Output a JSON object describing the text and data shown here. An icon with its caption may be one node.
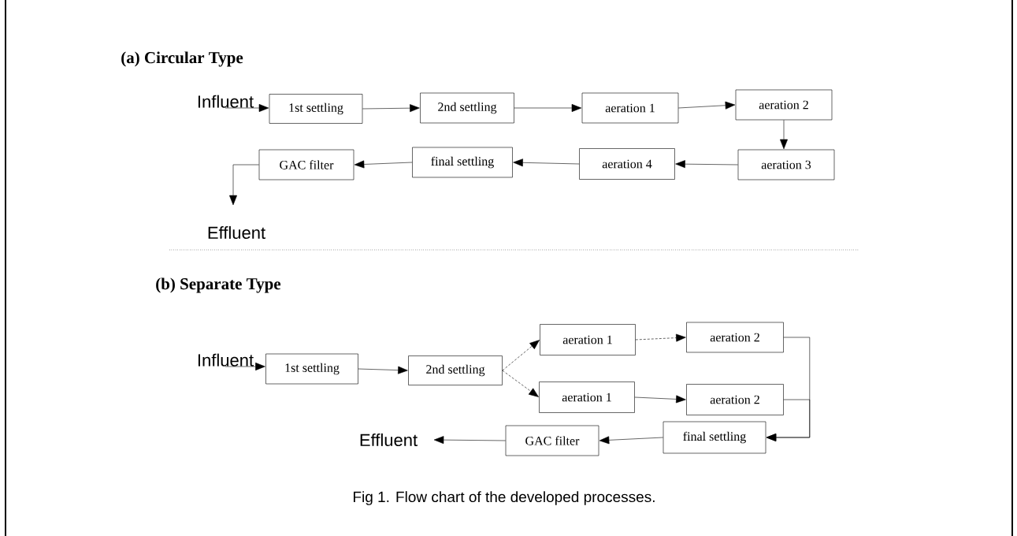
{
  "diagram": {
    "caption": "Fig 1. Flow chart of the developed processes.",
    "labels": [
      "(a) Circular Type",
      "(b) Separate Type"
    ],
    "nodes": [
      {
        "text": [
          "Influent"
        ]
      },
      {
        "text": [
          "1st settling"
        ]
      },
      {
        "text": [
          "2nd settling"
        ]
      },
      {
        "text": [
          "aeration 1"
        ]
      },
      {
        "text": [
          "aeration 2"
        ]
      },
      {
        "text": [
          "aeration 3"
        ]
      },
      {
        "text": [
          "aeration 4"
        ]
      },
      {
        "text": [
          "final settling"
        ]
      },
      {
        "text": [
          "GAC filter"
        ]
      },
      {
        "text": [
          "Effluent"
        ]
      },
      {
        "text": [
          "Influent"
        ]
      },
      {
        "text": [
          "1st settling"
        ]
      },
      {
        "text": [
          "2nd settling"
        ]
      },
      {
        "text": [
          "aeration 1"
        ]
      },
      {
        "text": [
          "aeration 2"
        ]
      },
      {
        "text": [
          "aeration 1"
        ]
      },
      {
        "text": [
          "aeration 2"
        ]
      },
      {
        "text": [
          "final settling"
        ]
      },
      {
        "text": [
          "GAC filter"
        ]
      },
      {
        "text": [
          "Effluent"
        ]
      }
    ],
    "edges": [
      {
        "from": 0,
        "to": 1,
        "arrow": "to"
      },
      {
        "from": 1,
        "to": 2,
        "arrow": "to"
      },
      {
        "from": 2,
        "to": 3,
        "arrow": "to"
      },
      {
        "from": 3,
        "to": 4,
        "arrow": "to"
      },
      {
        "from": 4,
        "to": 5,
        "arrow": "to"
      },
      {
        "from": 5,
        "to": 6,
        "arrow": "to"
      },
      {
        "from": 6,
        "to": 7,
        "arrow": "to"
      },
      {
        "from": 7,
        "to": 8,
        "arrow": "to"
      },
      {
        "from": 8,
        "to": 9,
        "arrow": "to"
      },
      {
        "from": 10,
        "to": 11,
        "arrow": "to"
      },
      {
        "from": 11,
        "to": 12,
        "arrow": "to"
      },
      {
        "from": 12,
        "to": 13,
        "arrow": "to",
        "style": "dashed"
      },
      {
        "from": 12,
        "to": 15,
        "arrow": "to",
        "style": "dashed"
      },
      {
        "from": 13,
        "to": 14,
        "arrow": "to",
        "style": "dashed"
      },
      {
        "from": 15,
        "to": 16,
        "arrow": "to"
      },
      {
        "from": 14,
        "to": 17,
        "arrow": "to"
      },
      {
        "from": 16,
        "to": 17,
        "arrow": "to"
      },
      {
        "from": 17,
        "to": 18,
        "arrow": "to"
      },
      {
        "from": 18,
        "to": 19,
        "arrow": "to"
      }
    ]
  }
}
